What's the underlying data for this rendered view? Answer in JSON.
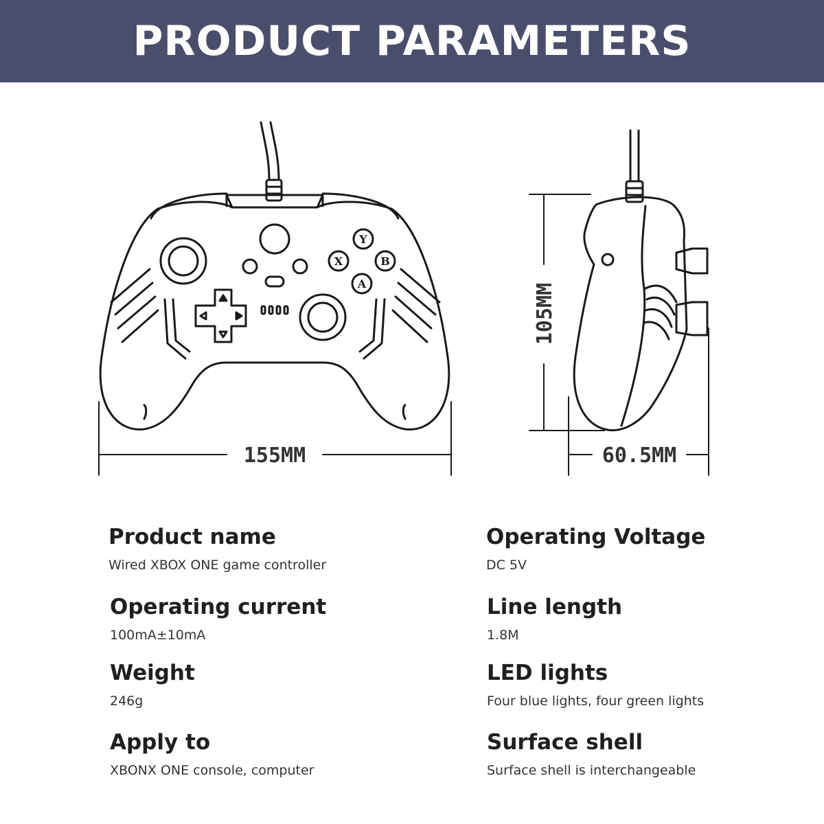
{
  "header": {
    "title": "PRODUCT PARAMETERS",
    "background_color": "#4b4e6b"
  },
  "diagram": {
    "front_width_label": "155MM",
    "side_height_label": "105MM",
    "side_depth_label": "60.5MM",
    "face_buttons": {
      "y": "Y",
      "x": "X",
      "b": "B",
      "a": "A"
    }
  },
  "specs": {
    "product_name": {
      "label": "Product name",
      "value": "Wired XBOX ONE game controller"
    },
    "operating_voltage": {
      "label": "Operating Voltage",
      "value": "DC 5V"
    },
    "operating_current": {
      "label": "Operating current",
      "value": "100mA±10mA"
    },
    "line_length": {
      "label": "Line length",
      "value": "1.8M"
    },
    "weight": {
      "label": "Weight",
      "value": "246g"
    },
    "led_lights": {
      "label": "LED lights",
      "value": "Four blue lights, four green lights"
    },
    "apply_to": {
      "label": "Apply to",
      "value": "XBONX ONE console, computer"
    },
    "surface_shell": {
      "label": "Surface shell",
      "value": "Surface shell is interchangeable"
    }
  }
}
